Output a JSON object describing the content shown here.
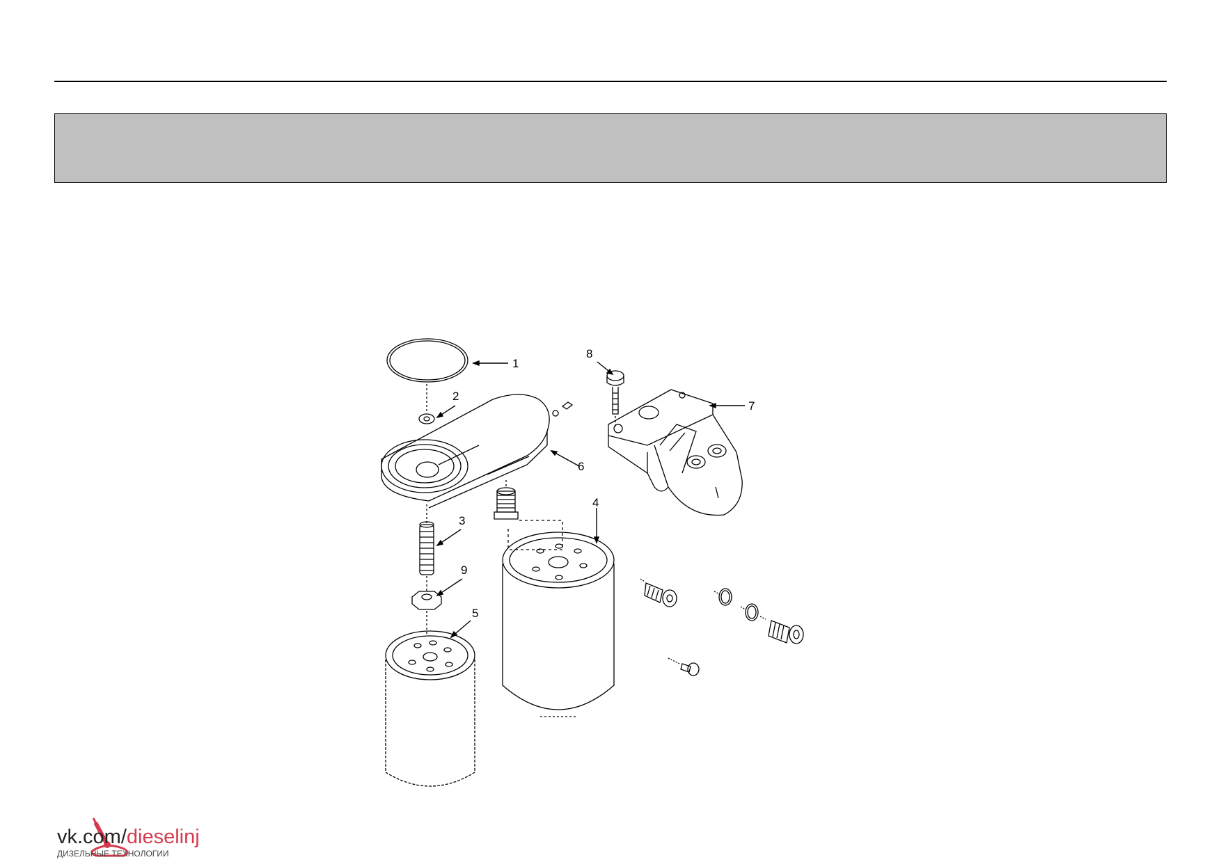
{
  "callouts": {
    "c1": "1",
    "c2": "2",
    "c3": "3",
    "c4": "4",
    "c5": "5",
    "c6": "6",
    "c7": "7",
    "c8": "8",
    "c9": "9"
  },
  "watermark": {
    "prefix": "vk.com/",
    "accent": "dieselinj",
    "subtitle": "ДИЗЕЛЬНЫЕ ТЕХНОЛОГИИ",
    "accent_color": "#d63a4e"
  },
  "colors": {
    "banner": "#c0c0c0",
    "line": "#000000"
  }
}
